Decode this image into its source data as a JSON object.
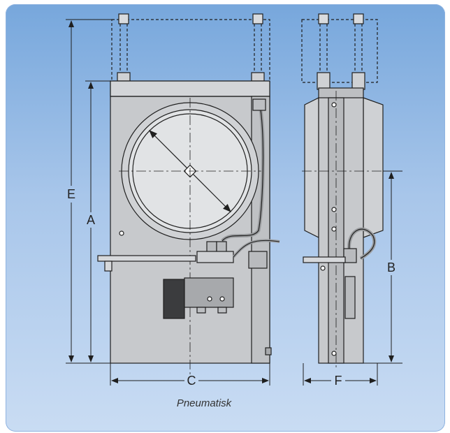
{
  "labels": {
    "E": "E",
    "A": "A",
    "B": "B",
    "C": "C",
    "F": "F"
  },
  "caption": "Pneumatisk",
  "colors": {
    "panel_top": "#77a7dc",
    "panel_bottom": "#c9dcf3",
    "device_body": "#c7c9cc",
    "line": "#1f1f1f"
  }
}
